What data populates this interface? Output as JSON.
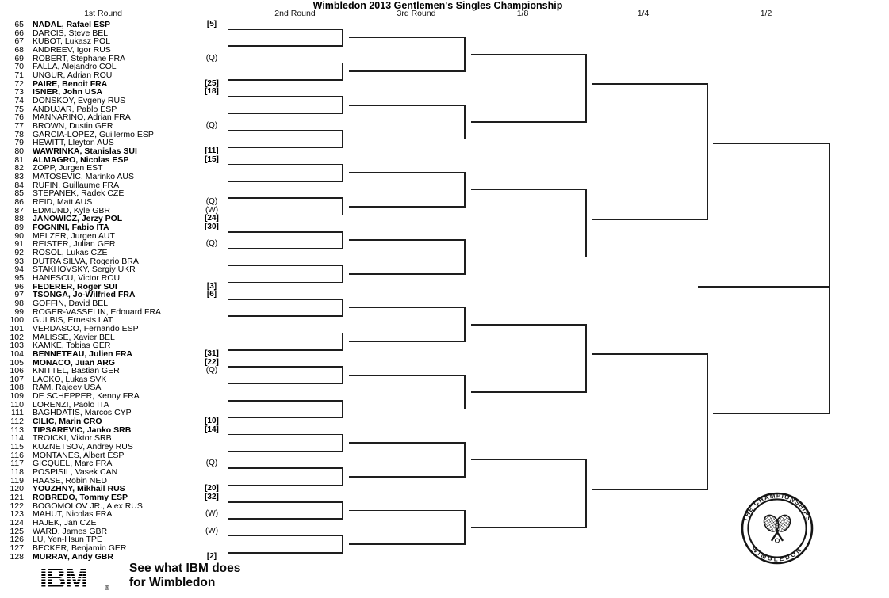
{
  "document": {
    "title": "Wimbledon 2013 Gentlemen's Singles Championship",
    "round_labels": [
      "1st Round",
      "2nd Round",
      "3rd Round",
      "1/8",
      "1/4",
      "1/2"
    ]
  },
  "bracket": {
    "players": [
      {
        "num": 65,
        "name": "NADAL, Rafael ESP",
        "tag": "[5]",
        "seeded": true
      },
      {
        "num": 66,
        "name": "DARCIS, Steve BEL",
        "tag": "",
        "seeded": false
      },
      {
        "num": 67,
        "name": "KUBOT, Lukasz POL",
        "tag": "",
        "seeded": false
      },
      {
        "num": 68,
        "name": "ANDREEV, Igor RUS",
        "tag": "",
        "seeded": false
      },
      {
        "num": 69,
        "name": "ROBERT, Stephane FRA",
        "tag": "(Q)",
        "seeded": false
      },
      {
        "num": 70,
        "name": "FALLA, Alejandro COL",
        "tag": "",
        "seeded": false
      },
      {
        "num": 71,
        "name": "UNGUR, Adrian ROU",
        "tag": "",
        "seeded": false
      },
      {
        "num": 72,
        "name": "PAIRE, Benoit FRA",
        "tag": "[25]",
        "seeded": true
      },
      {
        "num": 73,
        "name": "ISNER, John USA",
        "tag": "[18]",
        "seeded": true
      },
      {
        "num": 74,
        "name": "DONSKOY, Evgeny RUS",
        "tag": "",
        "seeded": false
      },
      {
        "num": 75,
        "name": "ANDUJAR, Pablo ESP",
        "tag": "",
        "seeded": false
      },
      {
        "num": 76,
        "name": "MANNARINO, Adrian FRA",
        "tag": "",
        "seeded": false
      },
      {
        "num": 77,
        "name": "BROWN, Dustin GER",
        "tag": "(Q)",
        "seeded": false
      },
      {
        "num": 78,
        "name": "GARCIA-LOPEZ, Guillermo ESP",
        "tag": "",
        "seeded": false
      },
      {
        "num": 79,
        "name": "HEWITT, Lleyton AUS",
        "tag": "",
        "seeded": false
      },
      {
        "num": 80,
        "name": "WAWRINKA, Stanislas SUI",
        "tag": "[11]",
        "seeded": true
      },
      {
        "num": 81,
        "name": "ALMAGRO, Nicolas ESP",
        "tag": "[15]",
        "seeded": true
      },
      {
        "num": 82,
        "name": "ZOPP, Jurgen EST",
        "tag": "",
        "seeded": false
      },
      {
        "num": 83,
        "name": "MATOSEVIC, Marinko AUS",
        "tag": "",
        "seeded": false
      },
      {
        "num": 84,
        "name": "RUFIN, Guillaume FRA",
        "tag": "",
        "seeded": false
      },
      {
        "num": 85,
        "name": "STEPANEK, Radek CZE",
        "tag": "",
        "seeded": false
      },
      {
        "num": 86,
        "name": "REID, Matt AUS",
        "tag": "(Q)",
        "seeded": false
      },
      {
        "num": 87,
        "name": "EDMUND, Kyle GBR",
        "tag": "(W)",
        "seeded": false
      },
      {
        "num": 88,
        "name": "JANOWICZ, Jerzy POL",
        "tag": "[24]",
        "seeded": true
      },
      {
        "num": 89,
        "name": "FOGNINI, Fabio ITA",
        "tag": "[30]",
        "seeded": true
      },
      {
        "num": 90,
        "name": "MELZER, Jurgen AUT",
        "tag": "",
        "seeded": false
      },
      {
        "num": 91,
        "name": "REISTER, Julian GER",
        "tag": "(Q)",
        "seeded": false
      },
      {
        "num": 92,
        "name": "ROSOL, Lukas CZE",
        "tag": "",
        "seeded": false
      },
      {
        "num": 93,
        "name": "DUTRA SILVA, Rogerio BRA",
        "tag": "",
        "seeded": false
      },
      {
        "num": 94,
        "name": "STAKHOVSKY, Sergiy UKR",
        "tag": "",
        "seeded": false
      },
      {
        "num": 95,
        "name": "HANESCU, Victor ROU",
        "tag": "",
        "seeded": false
      },
      {
        "num": 96,
        "name": "FEDERER, Roger SUI",
        "tag": "[3]",
        "seeded": true
      },
      {
        "num": 97,
        "name": "TSONGA, Jo-Wilfried FRA",
        "tag": "[6]",
        "seeded": true
      },
      {
        "num": 98,
        "name": "GOFFIN, David BEL",
        "tag": "",
        "seeded": false
      },
      {
        "num": 99,
        "name": "ROGER-VASSELIN, Edouard FRA",
        "tag": "",
        "seeded": false
      },
      {
        "num": 100,
        "name": "GULBIS, Ernests LAT",
        "tag": "",
        "seeded": false
      },
      {
        "num": 101,
        "name": "VERDASCO, Fernando ESP",
        "tag": "",
        "seeded": false
      },
      {
        "num": 102,
        "name": "MALISSE, Xavier BEL",
        "tag": "",
        "seeded": false
      },
      {
        "num": 103,
        "name": "KAMKE, Tobias GER",
        "tag": "",
        "seeded": false
      },
      {
        "num": 104,
        "name": "BENNETEAU, Julien FRA",
        "tag": "[31]",
        "seeded": true
      },
      {
        "num": 105,
        "name": "MONACO, Juan ARG",
        "tag": "[22]",
        "seeded": true
      },
      {
        "num": 106,
        "name": "KNITTEL, Bastian GER",
        "tag": "(Q)",
        "seeded": false
      },
      {
        "num": 107,
        "name": "LACKO, Lukas SVK",
        "tag": "",
        "seeded": false
      },
      {
        "num": 108,
        "name": "RAM, Rajeev USA",
        "tag": "",
        "seeded": false
      },
      {
        "num": 109,
        "name": "DE SCHEPPER, Kenny FRA",
        "tag": "",
        "seeded": false
      },
      {
        "num": 110,
        "name": "LORENZI, Paolo ITA",
        "tag": "",
        "seeded": false
      },
      {
        "num": 111,
        "name": "BAGHDATIS, Marcos CYP",
        "tag": "",
        "seeded": false
      },
      {
        "num": 112,
        "name": "CILIC, Marin CRO",
        "tag": "[10]",
        "seeded": true
      },
      {
        "num": 113,
        "name": "TIPSAREVIC, Janko SRB",
        "tag": "[14]",
        "seeded": true
      },
      {
        "num": 114,
        "name": "TROICKI, Viktor SRB",
        "tag": "",
        "seeded": false
      },
      {
        "num": 115,
        "name": "KUZNETSOV, Andrey RUS",
        "tag": "",
        "seeded": false
      },
      {
        "num": 116,
        "name": "MONTANES, Albert ESP",
        "tag": "",
        "seeded": false
      },
      {
        "num": 117,
        "name": "GICQUEL, Marc FRA",
        "tag": "(Q)",
        "seeded": false
      },
      {
        "num": 118,
        "name": "POSPISIL, Vasek CAN",
        "tag": "",
        "seeded": false
      },
      {
        "num": 119,
        "name": "HAASE, Robin NED",
        "tag": "",
        "seeded": false
      },
      {
        "num": 120,
        "name": "YOUZHNY, Mikhail RUS",
        "tag": "[20]",
        "seeded": true
      },
      {
        "num": 121,
        "name": "ROBREDO, Tommy ESP",
        "tag": "[32]",
        "seeded": true
      },
      {
        "num": 122,
        "name": "BOGOMOLOV JR., Alex RUS",
        "tag": "",
        "seeded": false
      },
      {
        "num": 123,
        "name": "MAHUT, Nicolas FRA",
        "tag": "(W)",
        "seeded": false
      },
      {
        "num": 124,
        "name": "HAJEK, Jan CZE",
        "tag": "",
        "seeded": false
      },
      {
        "num": 125,
        "name": "WARD, James GBR",
        "tag": "(W)",
        "seeded": false
      },
      {
        "num": 126,
        "name": "LU, Yen-Hsun TPE",
        "tag": "",
        "seeded": false
      },
      {
        "num": 127,
        "name": "BECKER, Benjamin GER",
        "tag": "",
        "seeded": false
      },
      {
        "num": 128,
        "name": "MURRAY, Andy GBR",
        "tag": "[2]",
        "seeded": true
      }
    ]
  },
  "footer": {
    "ibm_logo": "IBM",
    "registered_mark": "®",
    "tagline": [
      "See what IBM does",
      "for Wimbledon"
    ]
  },
  "logo": {
    "top_arc": "THE CHAMPIONSHIPS",
    "bottom_arc": "WIMBLEDON"
  },
  "colors": {
    "background": "#ffffff",
    "text": "#000000",
    "line": "#1e1e1e"
  }
}
